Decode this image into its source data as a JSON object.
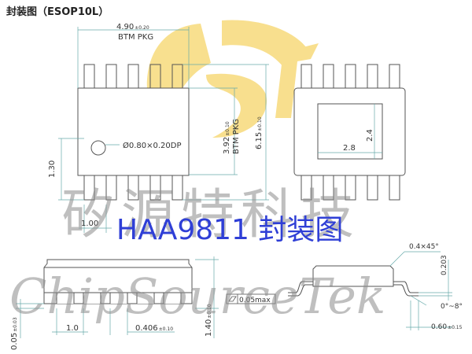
{
  "title": "封装图（ESOP10L）",
  "banner": "HAA9811 封装图",
  "watermark": {
    "cn": "矽源特科技",
    "en": "ChipSourceTek"
  },
  "top_view": {
    "width_label": "4.90",
    "width_tol": "±0.20",
    "btm_pkg": "BTM PKG",
    "dimple": "Ø0.80×0.20DP",
    "body_width": "3.92",
    "body_tol": "±0.10",
    "body_btm": "BTM PKG",
    "span": "6.15",
    "span_tol": "±0.10",
    "lead_height": "1.30",
    "pitch": "1.00"
  },
  "bottom_view": {
    "pad_w": "2.8",
    "pad_h": "2.4"
  },
  "side_view": {
    "standoff": "0.05",
    "standoff_tol": "±0.03",
    "pitch": "1.0",
    "lead_width": "0.406",
    "lead_width_tol": "±0.10",
    "height": "1.40",
    "height_tol": "±0.10",
    "flatness": "0.05max"
  },
  "end_view": {
    "chamfer": "0.4×45°",
    "thickness": "0.203",
    "angle": "0°~8°",
    "foot": "0.60",
    "foot_tol": "±0.15"
  },
  "colors": {
    "banner": "#2f3fd6",
    "logo": "#f3c633"
  }
}
